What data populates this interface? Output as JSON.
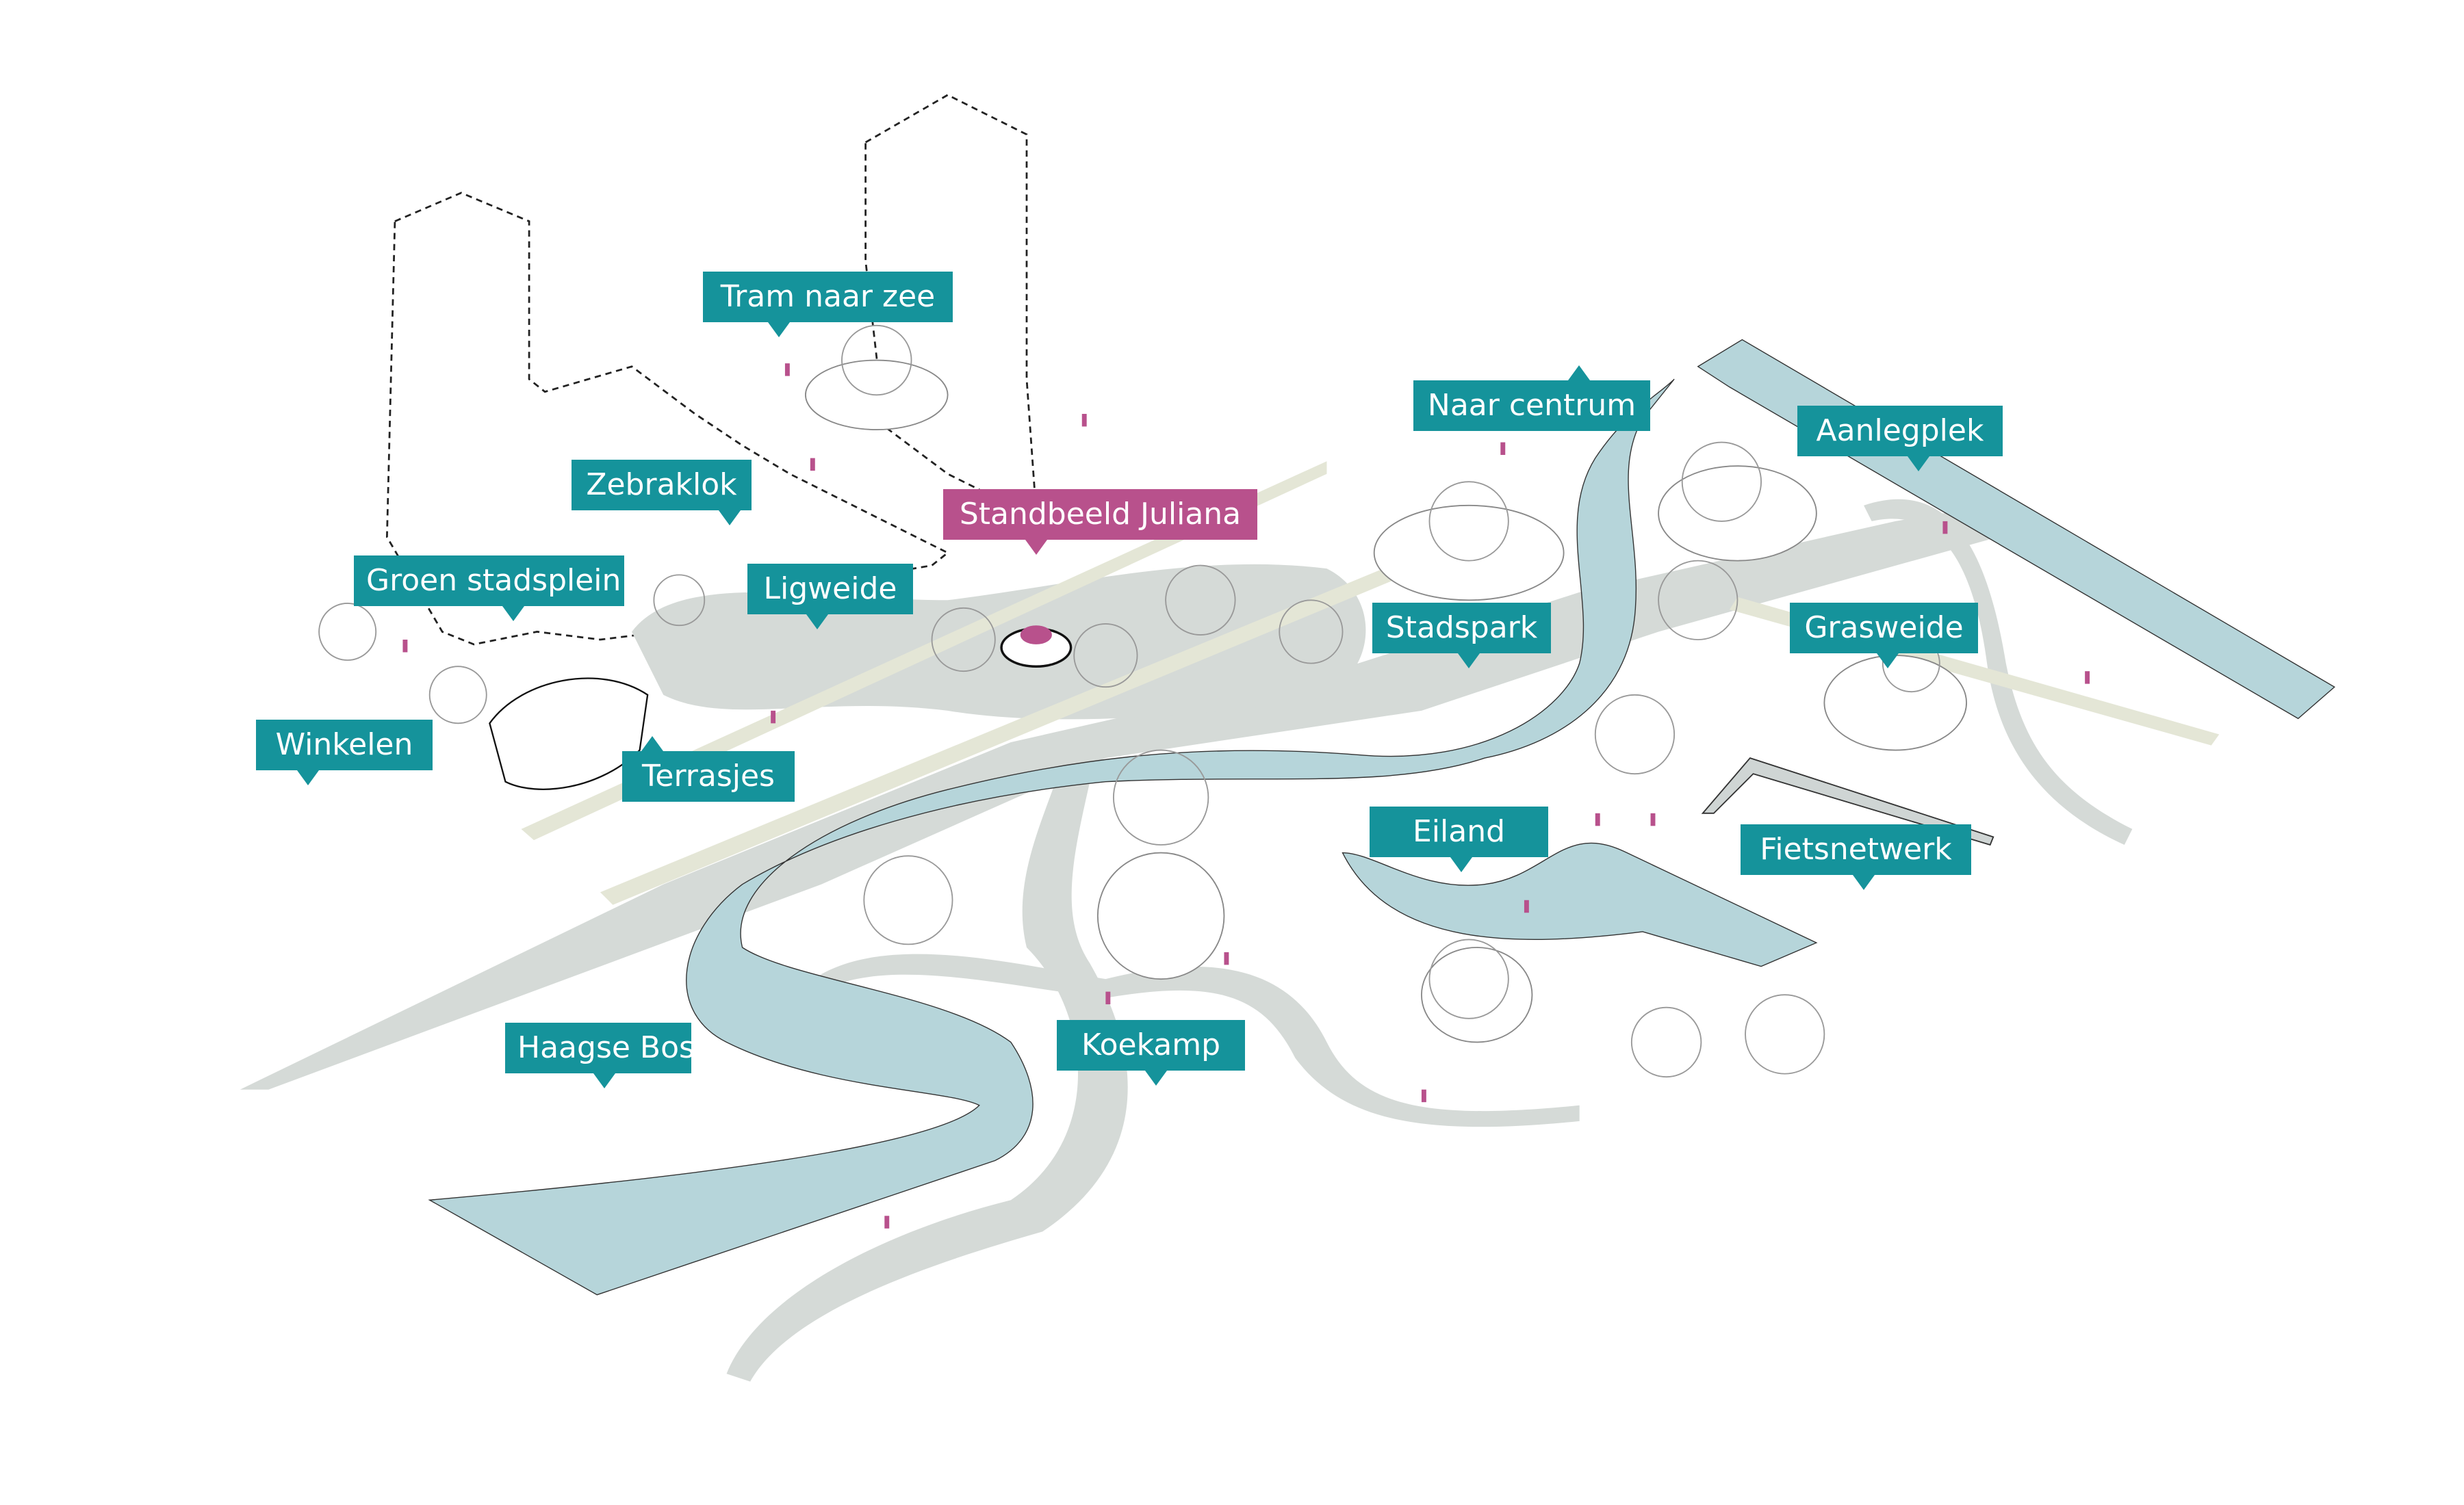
{
  "colors": {
    "label_accent": "#15939b",
    "highlight": "#b8518c",
    "water": "#b6d5da",
    "path": "#d5dad7",
    "tramline": "#e4e6d6"
  },
  "labels": {
    "tram_naar_zee": "Tram naar zee",
    "zebraklok": "Zebraklok",
    "groen_stadsplein": "Groen stadsplein",
    "ligweide": "Ligweide",
    "standbeeld_juliana": "Standbeeld Juliana",
    "winkelen": "Winkelen",
    "terrasjes": "Terrasjes",
    "naar_centrum": "Naar centrum",
    "aanlegplek": "Aanlegplek",
    "stadspark": "Stadspark",
    "grasweide": "Grasweide",
    "eiland": "Eiland",
    "fietsnetwerk": "Fietsnetwerk",
    "haagse_bos": "Haagse Bos",
    "koekamp": "Koekamp"
  }
}
